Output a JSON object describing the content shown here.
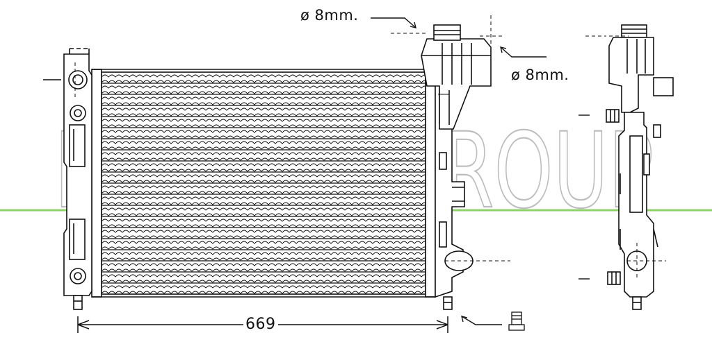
{
  "watermark": {
    "text": "PRASCO GROUP",
    "color": "#bdbdbd"
  },
  "accent_line_color": "#8fd16a",
  "dimensions": {
    "pipe_diameter_top": "ø 8mm.",
    "pipe_diameter_side": "ø 8mm.",
    "width_value": "669"
  },
  "views": [
    "front-view",
    "side-view"
  ],
  "line_color": "#111111"
}
